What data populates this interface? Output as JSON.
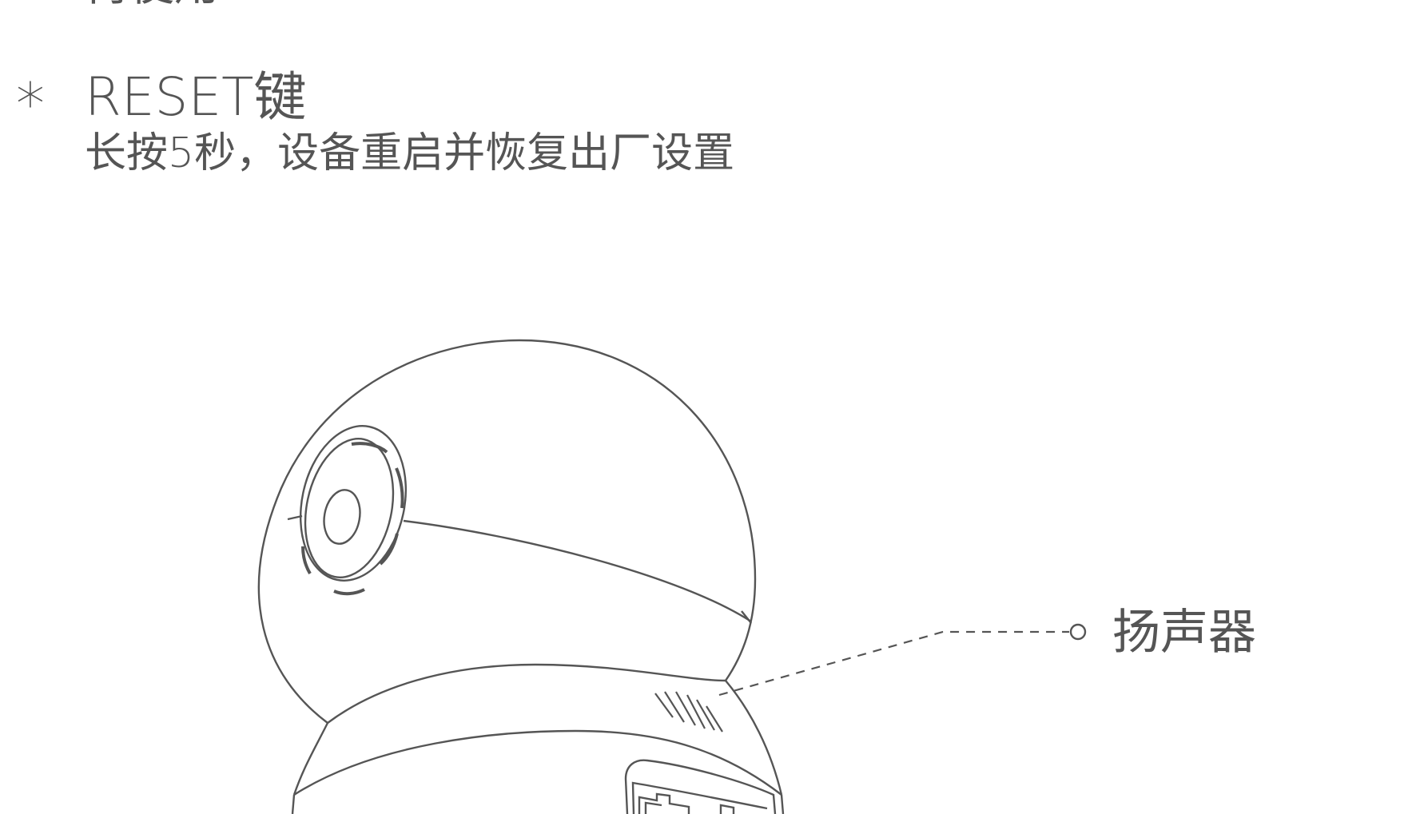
{
  "top_partial_text": "再使用",
  "reset": {
    "marker": "*",
    "title": "RESET键",
    "description": "长按5秒，设备重启并恢复出厂设置"
  },
  "callout": {
    "label": "扬声器"
  },
  "colors": {
    "line": "#555555",
    "text": "#555555",
    "background": "#ffffff"
  }
}
